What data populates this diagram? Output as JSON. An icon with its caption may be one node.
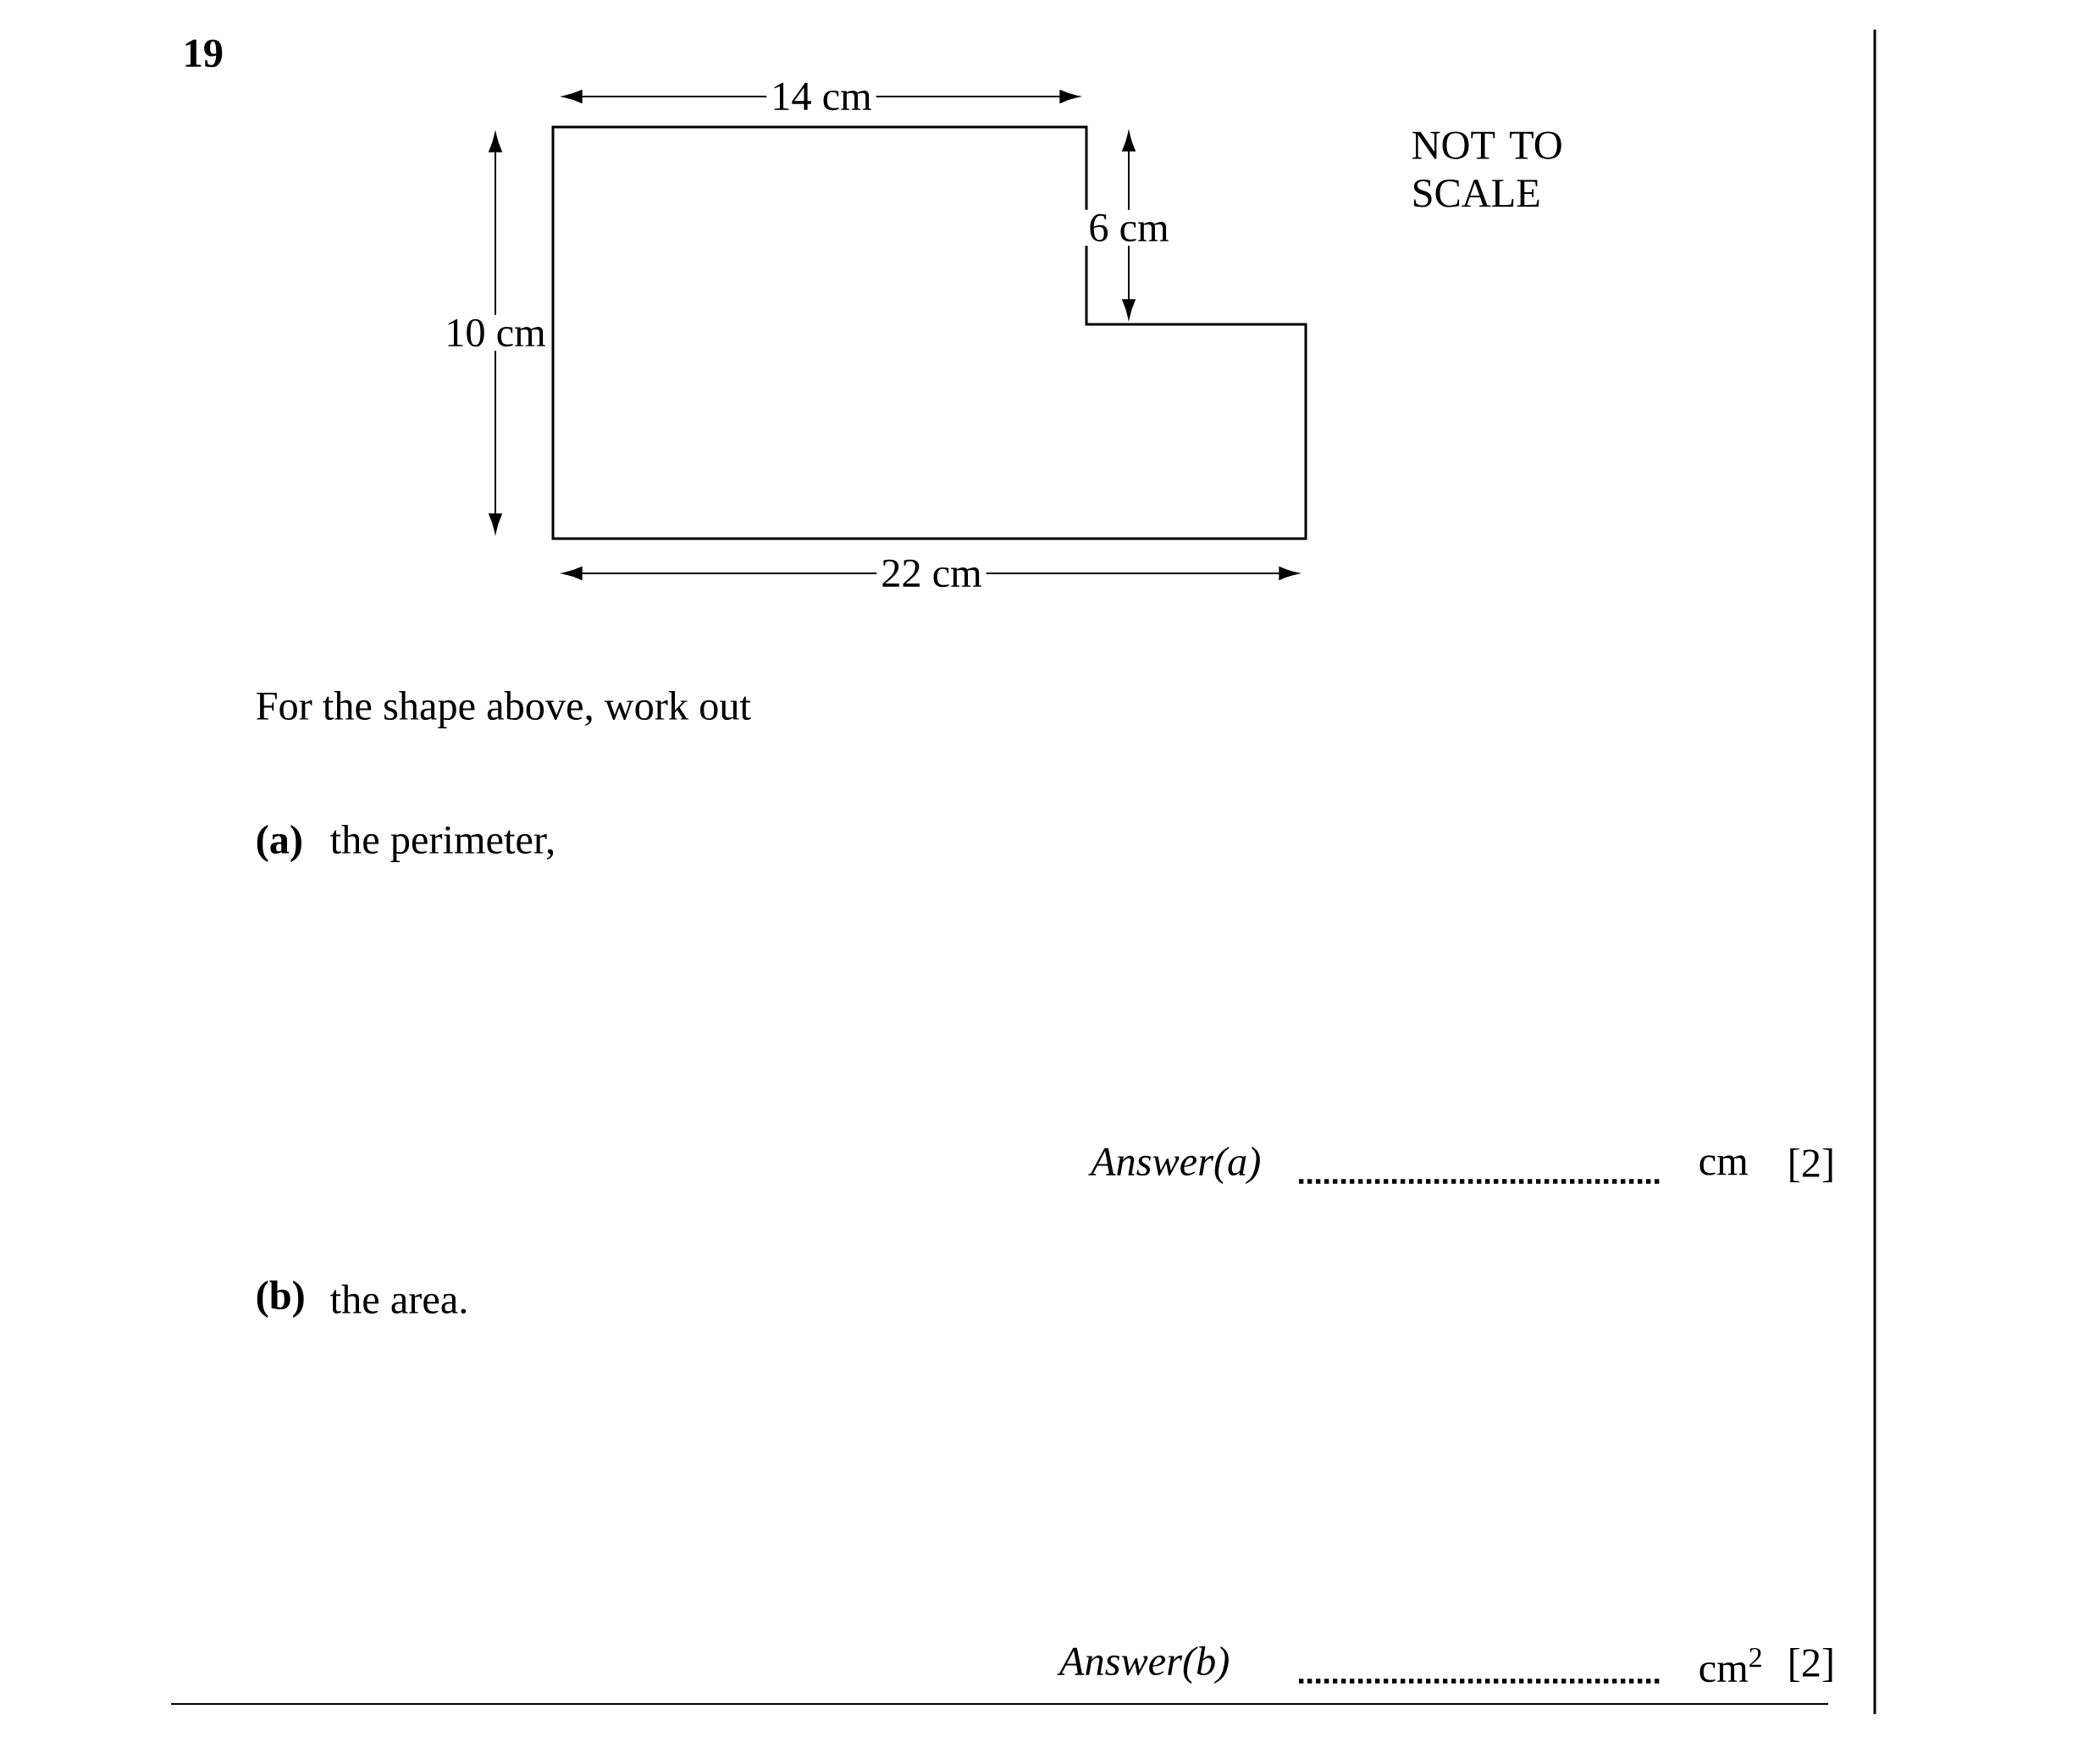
{
  "diagram": {
    "labels": [
      "19",
      "14 cm",
      "6 cm",
      "10 cm",
      "22 cm",
      "NOT TO SCALE",
      "For the shape above, work out",
      "(a)",
      "the perimeter,",
      "Answer(a)",
      "cm",
      "[2]",
      "(b)",
      "the area.",
      "Answer(b)",
      "cm$^{2}$",
      "[2]"
    ]
  }
}
